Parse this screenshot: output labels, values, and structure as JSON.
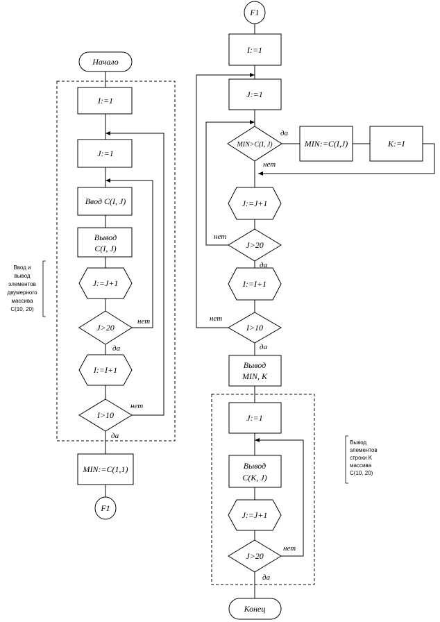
{
  "nodes": {
    "start": "Начало",
    "l_i1": "I:=1",
    "l_j1": "J:=1",
    "l_input": "Ввод C(I, J)",
    "l_out1": "Вывод",
    "l_out2": "C(I, J)",
    "l_jinc": "J:=J+1",
    "l_jcond": "J>20",
    "l_iinc": "I:=I+1",
    "l_icond": "I>10",
    "l_min": "MIN:=C(1,1)",
    "l_f1": "F1",
    "r_f1": "F1",
    "r_i1": "I:=1",
    "r_j1": "J:=1",
    "r_cmp": "MIN>C(I, J)",
    "r_assign": "MIN:=C(I,J)",
    "r_k": "K:=I",
    "r_jinc": "J:=J+1",
    "r_jcond": "J>20",
    "r_iinc": "I:=I+1",
    "r_icond": "I>10",
    "r_out1": "Вывод",
    "r_out2": "MIN, K",
    "r_j1b": "J:=1",
    "r_outc1": "Вывод",
    "r_outc2": "C(K, J)",
    "r_jinc2": "J:=J+1",
    "r_jcond2": "J>20",
    "end": "Конец"
  },
  "edge_labels": {
    "yes": "да",
    "no": "нет"
  },
  "notes": {
    "left": [
      "Ввод и",
      "вывод",
      "элементов",
      "двумерного",
      "массива",
      "C(10, 20)"
    ],
    "right": [
      "Вывод",
      "элементов",
      "строки K",
      "массива",
      "C(10, 20)"
    ]
  }
}
